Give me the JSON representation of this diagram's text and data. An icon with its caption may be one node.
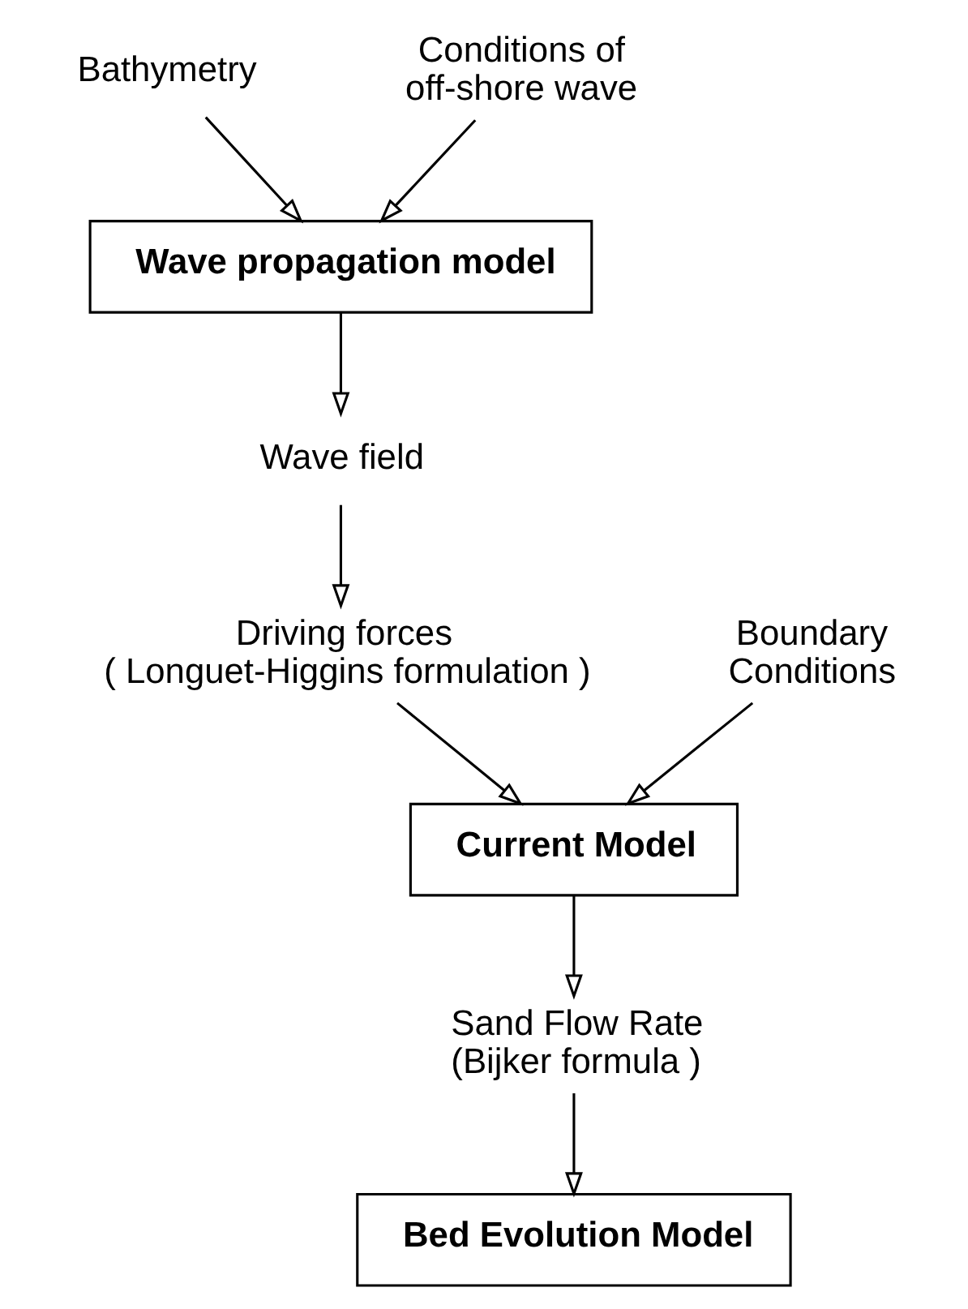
{
  "diagram": {
    "nodes": [
      {
        "text": [
          "Bathymetry"
        ]
      },
      {
        "text": [
          "Conditions of off-shore wave"
        ]
      },
      {
        "text": [
          "Wave propagation model"
        ]
      },
      {
        "text": [
          "Wave field"
        ]
      },
      {
        "text": [
          "Driving forces",
          "( Longuet-Higgins formulation )"
        ]
      },
      {
        "text": [
          "Boundary Conditions"
        ]
      },
      {
        "text": [
          "Current Model"
        ]
      },
      {
        "text": [
          "Sand Flow Rate",
          "(Bijker formula )"
        ]
      },
      {
        "text": [
          "Bed Evolution Model"
        ]
      }
    ],
    "edges": [
      {
        "from": 0,
        "to": 2,
        "arrow": "to"
      },
      {
        "from": 1,
        "to": 2,
        "arrow": "to"
      },
      {
        "from": 2,
        "to": 3,
        "arrow": "to"
      },
      {
        "from": 3,
        "to": 4,
        "arrow": "to"
      },
      {
        "from": 4,
        "to": 6,
        "arrow": "to"
      },
      {
        "from": 5,
        "to": 6,
        "arrow": "to"
      },
      {
        "from": 6,
        "to": 7,
        "arrow": "to"
      },
      {
        "from": 7,
        "to": 8,
        "arrow": "to"
      }
    ]
  }
}
